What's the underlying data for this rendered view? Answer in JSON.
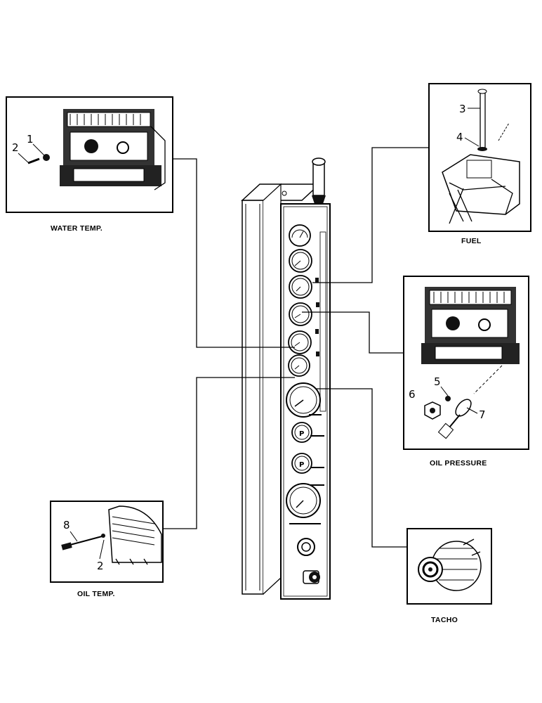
{
  "panels": {
    "water_temp": {
      "caption": "WATER TEMP.",
      "callouts": [
        "1",
        "2"
      ]
    },
    "fuel": {
      "caption": "FUEL",
      "callouts": [
        "3",
        "4"
      ]
    },
    "oil_pressure": {
      "caption": "OIL PRESSURE",
      "callouts": [
        "5",
        "6",
        "7"
      ]
    },
    "oil_temp": {
      "caption": "OIL TEMP.",
      "callouts": [
        "8",
        "2"
      ]
    },
    "tacho": {
      "caption": "TACHO"
    }
  }
}
